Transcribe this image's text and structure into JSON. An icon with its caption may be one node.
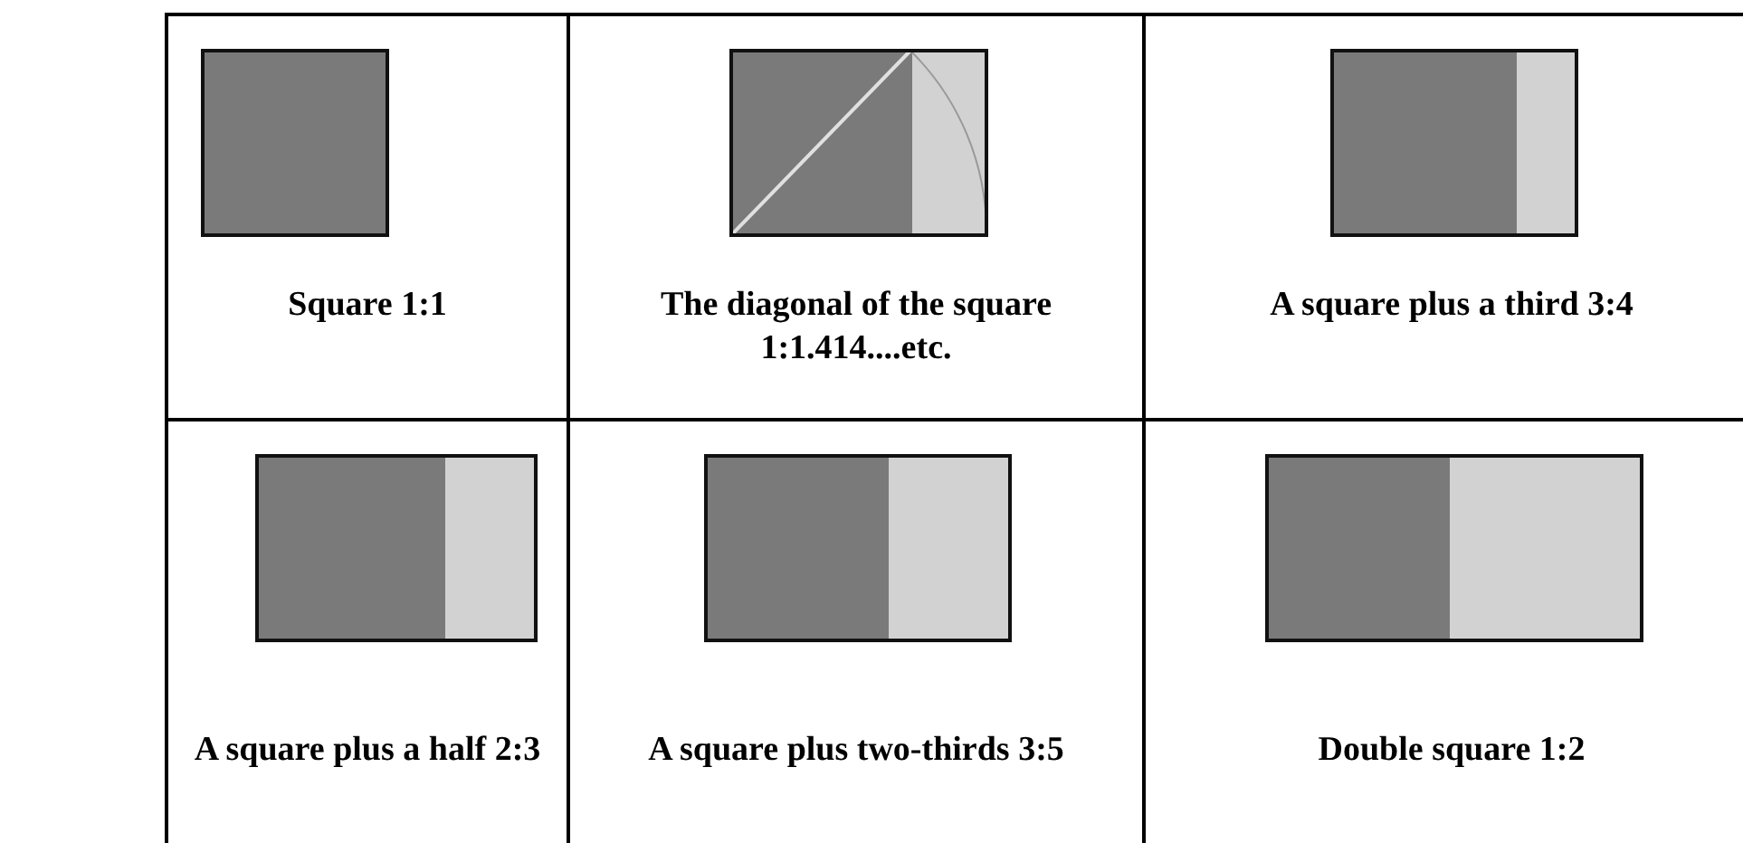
{
  "diagram": {
    "labels": [
      "Square 1:1",
      "The diagonal of the square 1:1.414....etc.",
      "A square plus a third 3:4",
      "A square plus a half 2:3",
      "A square plus two-thirds 3:5",
      "Double square 1:2"
    ]
  }
}
